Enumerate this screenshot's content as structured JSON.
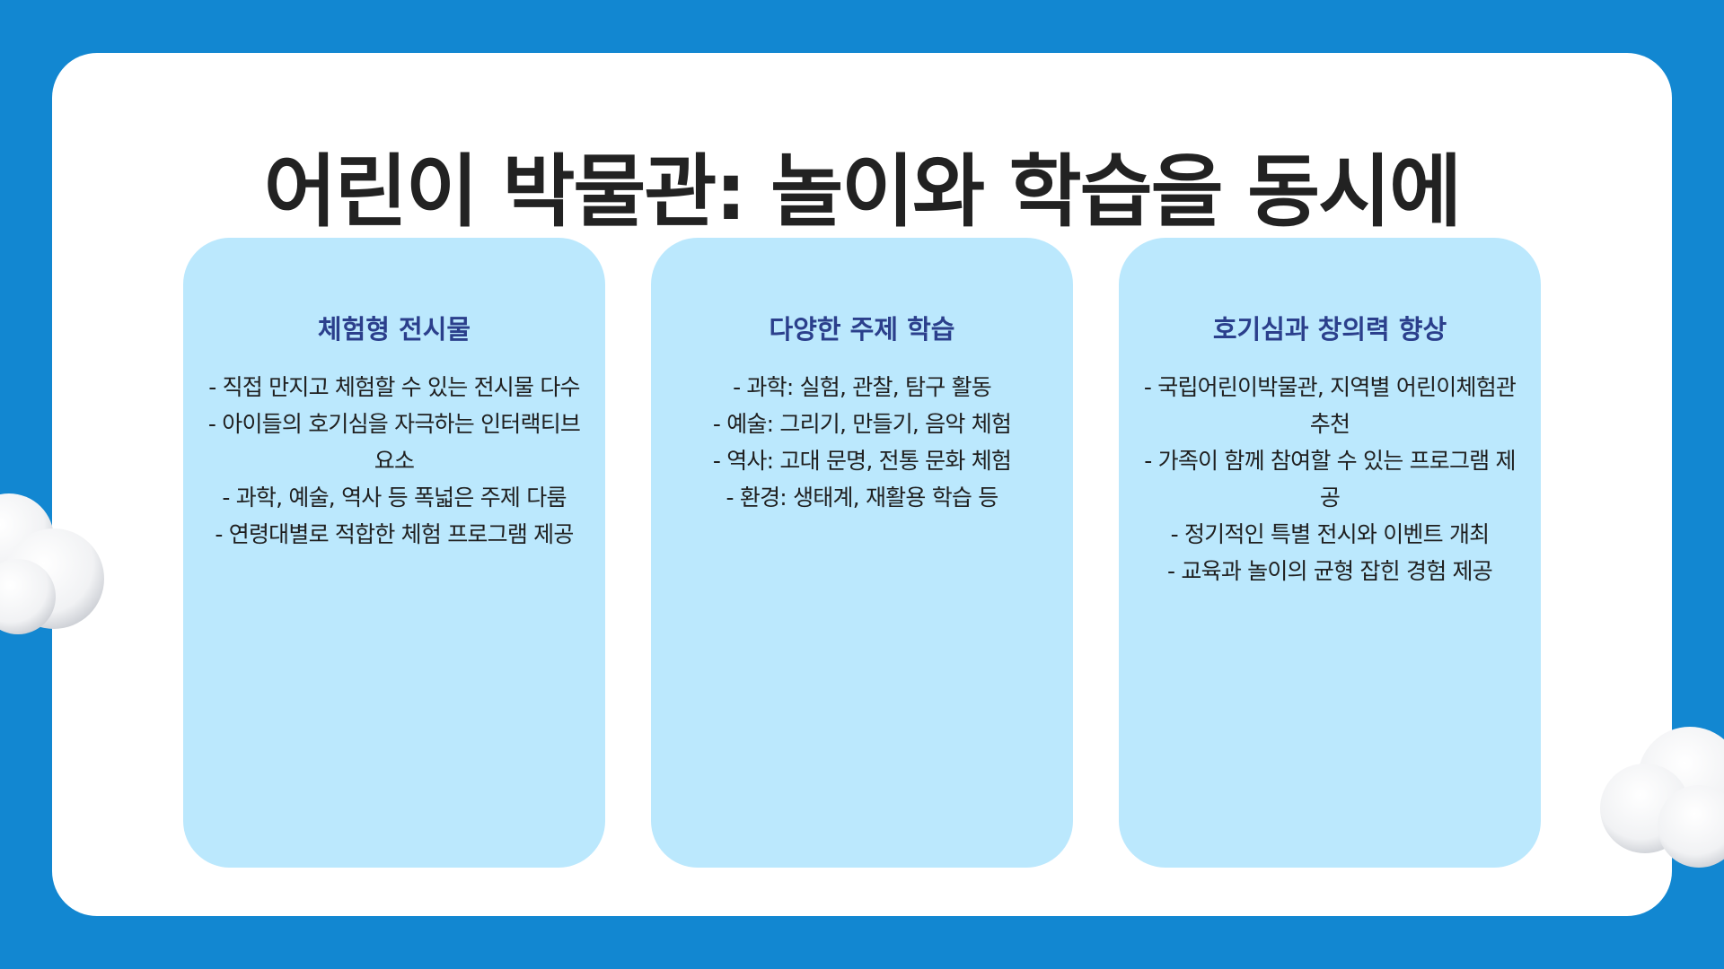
{
  "title": "어린이 박물관: 놀이와 학습을 동시에",
  "cards": [
    {
      "heading": "체험형 전시물",
      "items": [
        "- 직접 만지고 체험할 수 있는 전시물 다수",
        "- 아이들의 호기심을 자극하는 인터랙티브 요소",
        "- 과학, 예술, 역사 등 폭넓은 주제 다룸",
        "- 연령대별로 적합한 체험 프로그램 제공"
      ]
    },
    {
      "heading": "다양한 주제 학습",
      "items": [
        "- 과학: 실험, 관찰, 탐구 활동",
        "- 예술: 그리기, 만들기, 음악 체험",
        "- 역사: 고대 문명, 전통 문화 체험",
        "- 환경: 생태계, 재활용 학습 등"
      ]
    },
    {
      "heading": "호기심과 창의력 향상",
      "items": [
        "- 국립어린이박물관, 지역별 어린이체험관 추천",
        "- 가족이 함께 참여할 수 있는 프로그램 제공",
        "- 정기적인 특별 전시와 이벤트 개최",
        "- 교육과 놀이의 균형 잡힌 경험 제공"
      ]
    }
  ],
  "decorations": [
    "cloud-icon",
    "cloud-icon"
  ],
  "colors": {
    "background": "#1287d1",
    "slide": "#ffffff",
    "card": "#bbe8fd",
    "card_heading": "#2b3f8c",
    "title": "#222222"
  }
}
